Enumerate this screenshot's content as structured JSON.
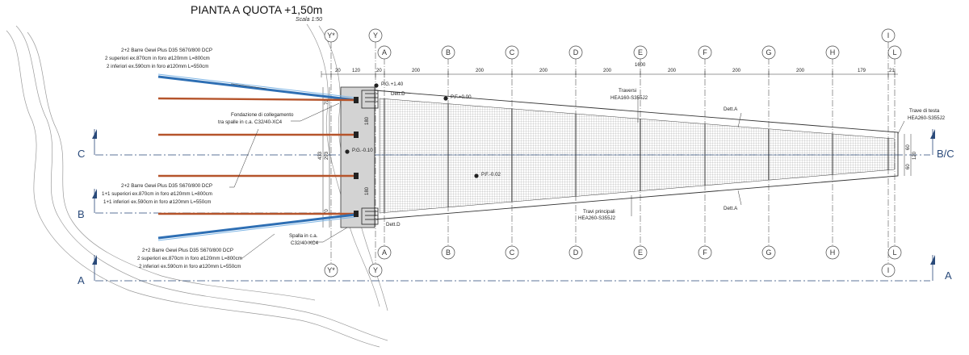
{
  "drawing": {
    "title": "PIANTA A QUOTA +1,50m",
    "scale": "Scala 1:50"
  },
  "axes": {
    "left": [
      "Y*",
      "Y"
    ],
    "top": [
      "A",
      "B",
      "C",
      "D",
      "E",
      "F",
      "G",
      "H",
      "I",
      "L"
    ]
  },
  "sections": {
    "C": "C",
    "B": "B",
    "A": "A",
    "BC_right": "B/C",
    "A_right": "A"
  },
  "dimensions": {
    "top": [
      "20",
      "120",
      "20",
      "200",
      "200",
      "200",
      "200",
      "200",
      "200",
      "200",
      "179",
      "21"
    ],
    "total": "1600",
    "abutment_left": [
      "433",
      "70",
      "180",
      "293",
      "180",
      "70"
    ],
    "right_end": [
      "60",
      "120",
      "60"
    ]
  },
  "annotations": {
    "bars_top": [
      "2+2 Barre Gewi Plus D35 S670/800 DCP",
      "2 superiori ex.870cm in foro ø120mm L=800cm",
      "2 inferiori ex.590cm in foro ø120mm L=550cm"
    ],
    "foundation": [
      "Fondazione di collegamento",
      "tra spalle in c.a. C32/40-XC4"
    ],
    "bars_mid": [
      "2+2 Barre Gewi Plus D35 S670/800 DCP",
      "1+1 superiori ex.870cm in foro ø120mm L=800cm",
      "1+1 inferiori ex.590cm in foro ø120mm L=550cm"
    ],
    "bars_bottom": [
      "2+2 Barre Gewi Plus D35 S670/800 DCP",
      "2 superiori ex.870cm in foro ø120mm L=800cm",
      "2 inferiori ex.590cm in foro ø120mm L=550cm"
    ],
    "spalla": [
      "Spalla in c.a.",
      "C32/40-XC4"
    ],
    "traversi": [
      "Traversi",
      "HEA160-S355J2"
    ],
    "travi_principali": [
      "Travi principali",
      "HEA260-S355J2"
    ],
    "trave_testa": [
      "Trave di testa",
      "HEA260-S355J2"
    ],
    "dett_a": "Dett.A",
    "dett_d": "Dett.D",
    "pg_top": "P.G.+1.40",
    "pf_top": "P.F.+0.00",
    "pg_mid": "P.G.-0.10",
    "pf_mid": "P.F.-0.02"
  }
}
